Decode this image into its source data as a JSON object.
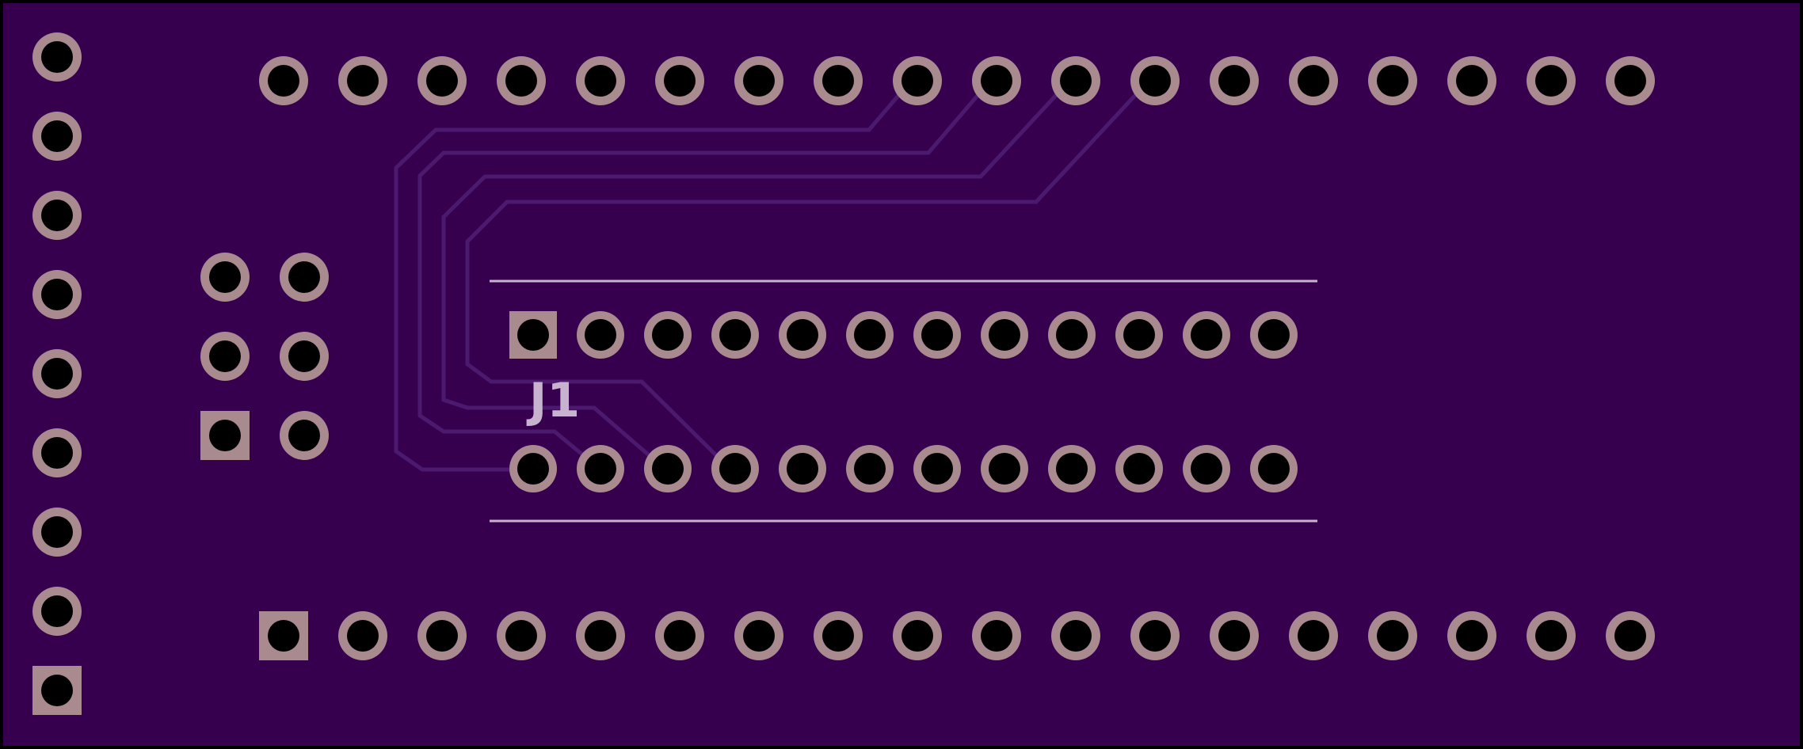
{
  "board": {
    "colors": {
      "substrate": "#36004f",
      "edge": "#000000",
      "copper_pad": "#a88a8f",
      "drill_hole": "#000000",
      "trace": "#4b1a6e",
      "silkscreen": "#c7b3cf"
    }
  },
  "component_j1": {
    "designator": "J1"
  },
  "headers": {
    "top_row_pin_count": 18,
    "bottom_row_pin_count": 18,
    "left_column_pin_count": 9,
    "small_header_pin_count": 6,
    "j1_pins_per_row": 12
  }
}
